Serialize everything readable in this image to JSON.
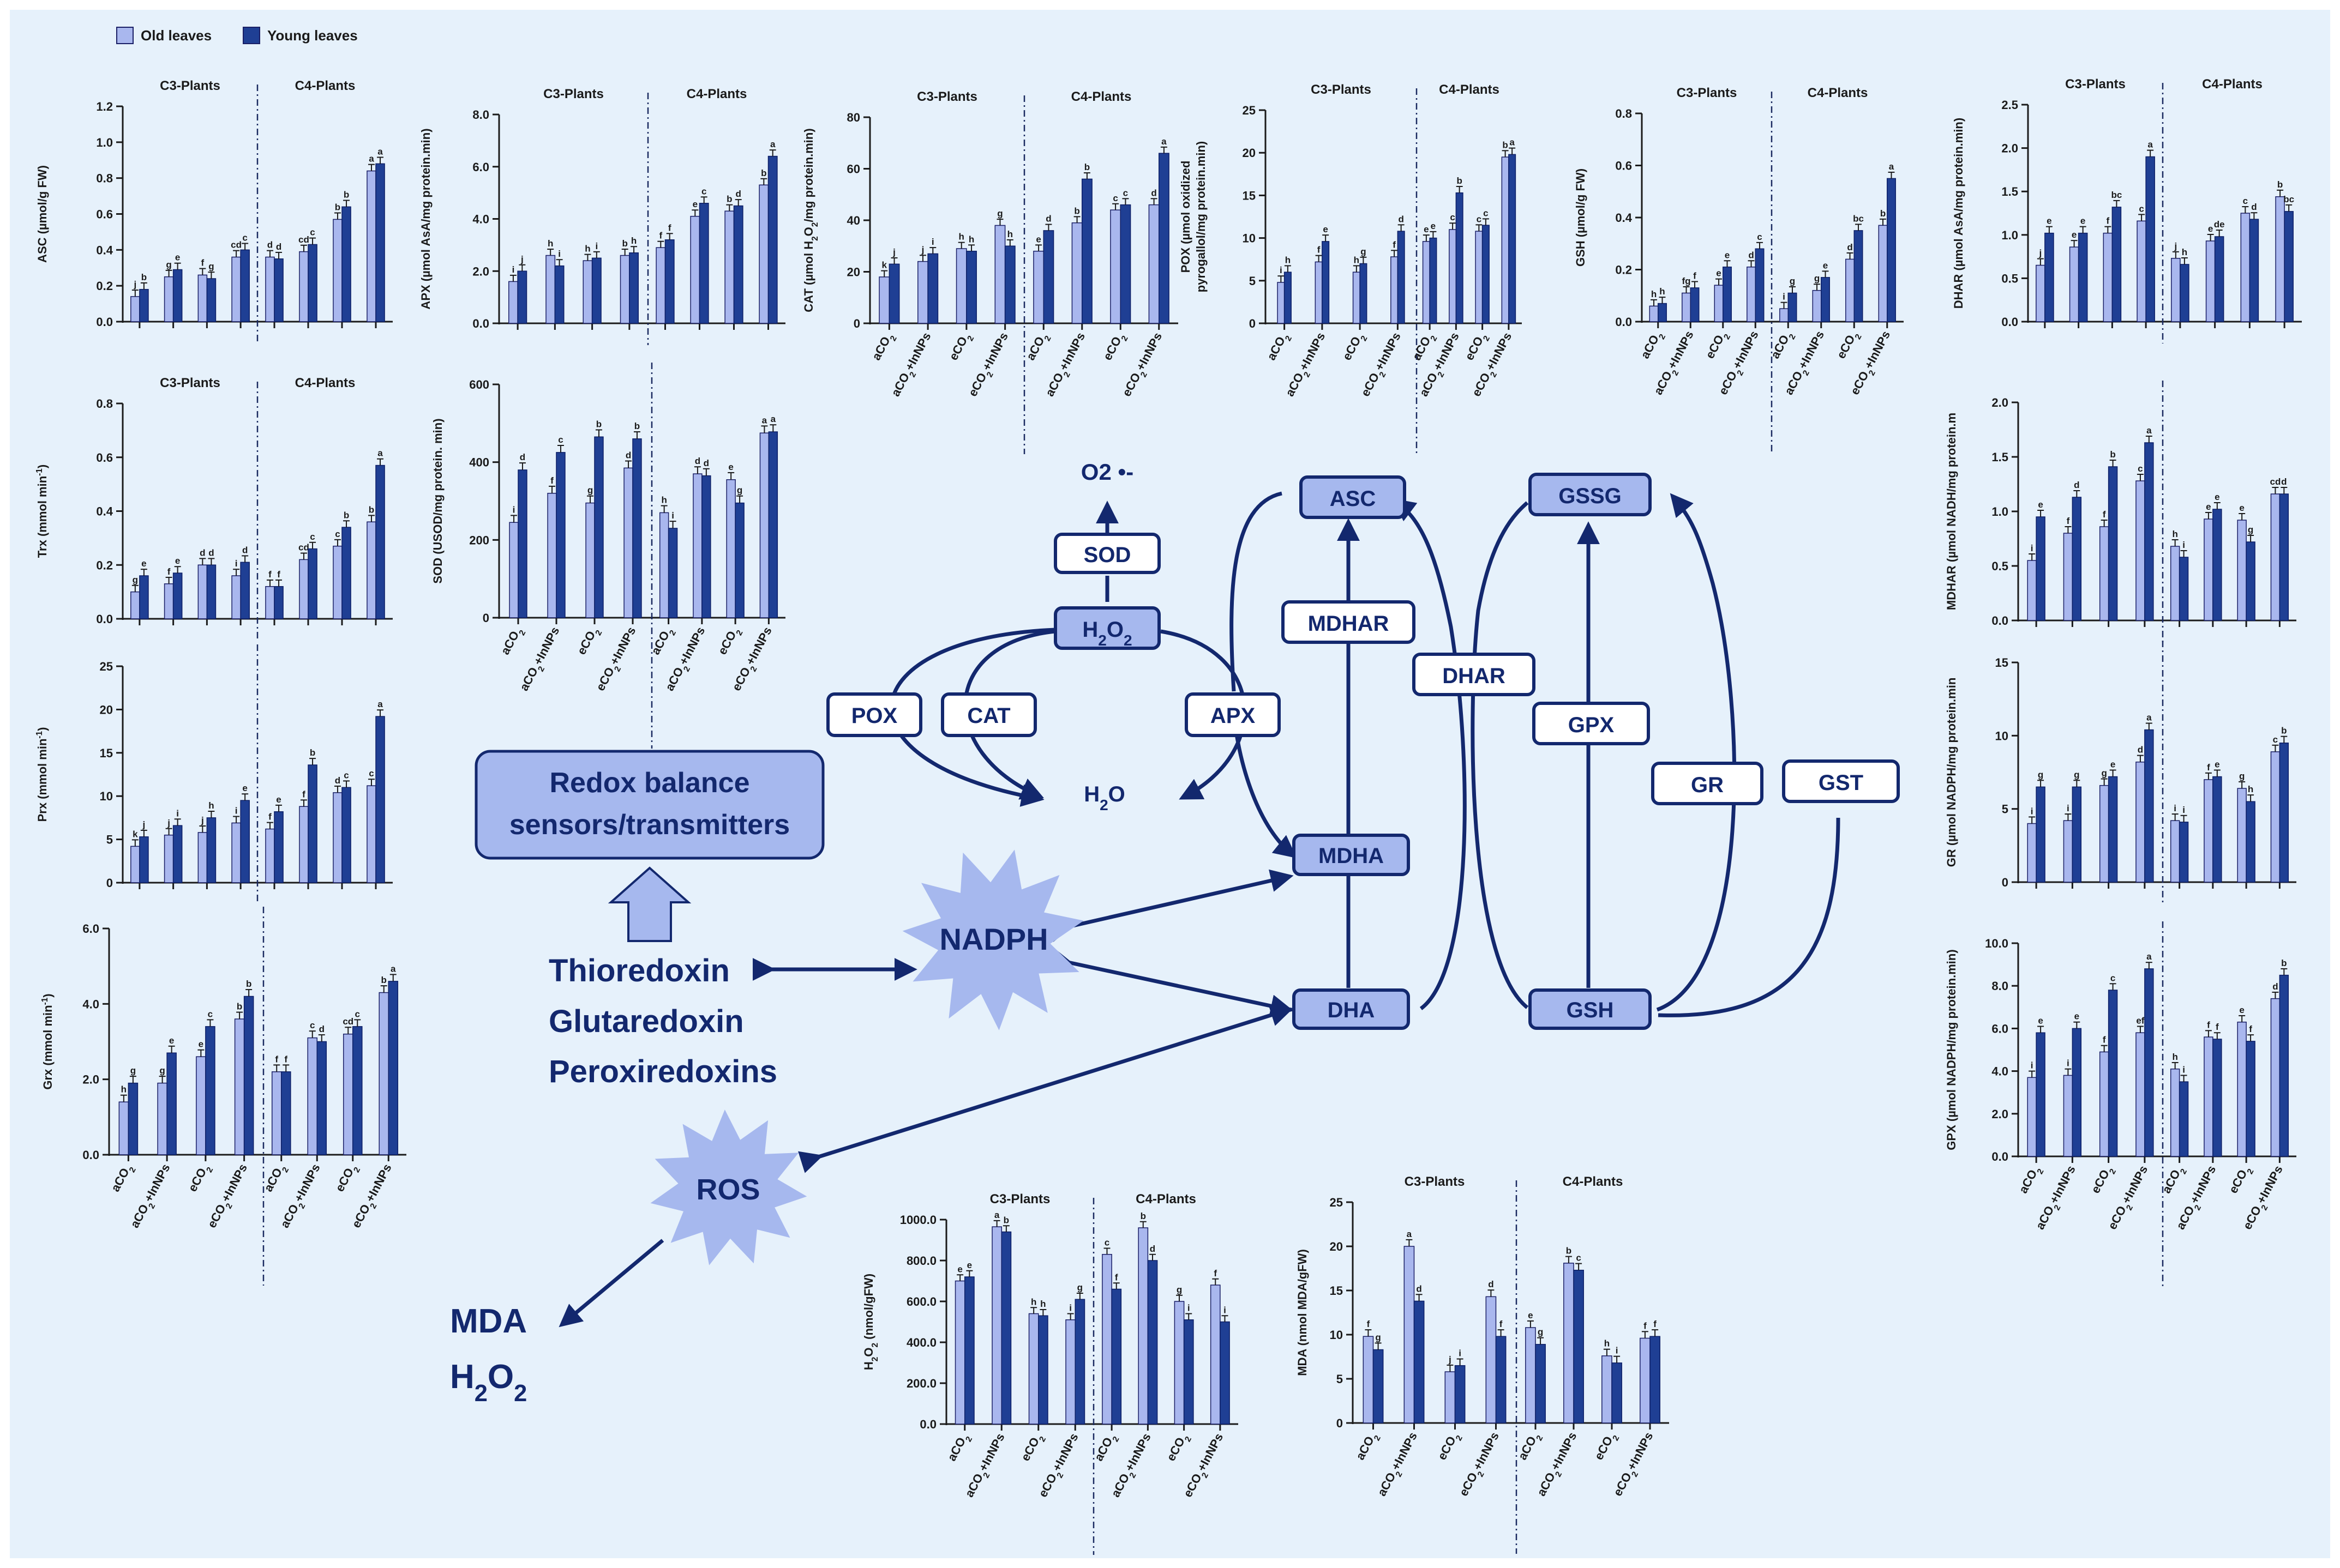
{
  "legend": {
    "old": "Old leaves",
    "young": "Young leaves",
    "colors": {
      "old": "#a9b7ee",
      "young": "#1f3f94"
    }
  },
  "pathway": {
    "o2": "O2 •-",
    "sod": "SOD",
    "h2o2": "H2O2",
    "pox": "POX",
    "cat": "CAT",
    "apx": "APX",
    "h2o": "H2O",
    "asc": "ASC",
    "mdhar": "MDHAR",
    "mdha": "MDHA",
    "dha": "DHA",
    "dhar": "DHAR",
    "gssg": "GSSG",
    "gpx": "GPX",
    "gr": "GR",
    "gst": "GST",
    "gsh": "GSH",
    "nadph": "NADPH",
    "ros": "ROS",
    "redox_line1": "Redox balance",
    "redox_line2": "sensors/transmitters",
    "thio1": "Thioredoxin",
    "thio2": "Glutaredoxin",
    "thio3": "Peroxiredoxins",
    "mda": "MDA",
    "h2o2_out": "H2O2",
    "colors": {
      "dark": "#13286e",
      "boxFill": "#a6b8ee",
      "burst": "#a6b8ee"
    }
  },
  "chart_data": [
    {
      "id": "asc",
      "type": "bar",
      "ylabel": "ASC  (µmol/g FW)",
      "ylim": [
        0,
        1.2
      ],
      "yticks": [
        "0.0",
        "0.2",
        "0.4",
        "0.6",
        "0.8",
        "1.0",
        "1.2"
      ],
      "groups": [
        "C3-Plants",
        "C4-Plants"
      ],
      "categories": [],
      "series": [
        {
          "name": "Old leaves",
          "values": [
            0.14,
            0.25,
            0.26,
            0.36,
            0.36,
            0.39,
            0.57,
            0.84
          ]
        },
        {
          "name": "Young leaves",
          "values": [
            0.18,
            0.29,
            0.24,
            0.4,
            0.35,
            0.43,
            0.64,
            0.88
          ]
        }
      ],
      "labels": [
        [
          "j",
          "g",
          "f",
          "cd",
          "d",
          "cd",
          "b",
          "a"
        ],
        [
          "b",
          "e",
          "g",
          "c",
          "d",
          "c",
          "b",
          "a"
        ]
      ]
    },
    {
      "id": "apx",
      "type": "bar",
      "ylabel": "APX  (µmol AsA/mg protein.min)",
      "ylim": [
        0,
        8
      ],
      "yticks": [
        "0.0",
        "2.0",
        "4.0",
        "6.0",
        "8.0"
      ],
      "groups": [
        "C3-Plants",
        "C4-Plants"
      ],
      "categories": [],
      "series": [
        {
          "name": "Old leaves",
          "values": [
            1.6,
            2.6,
            2.4,
            2.6,
            2.9,
            4.1,
            4.3,
            5.3
          ]
        },
        {
          "name": "Young leaves",
          "values": [
            2.0,
            2.2,
            2.5,
            2.7,
            3.2,
            4.6,
            4.5,
            6.4
          ]
        }
      ],
      "labels": [
        [
          "i",
          "h",
          "h",
          "b",
          "f",
          "e",
          "b",
          "b"
        ],
        [
          "j",
          "i",
          "i",
          "h",
          "f",
          "c",
          "d",
          "a"
        ]
      ]
    },
    {
      "id": "cat",
      "type": "bar",
      "ylabel": "CAT  (µmol H2O2/mg protein.min)",
      "ylim": [
        0,
        80
      ],
      "yticks": [
        "0",
        "20",
        "40",
        "60",
        "80"
      ],
      "groups": [
        "C3-Plants",
        "C4-Plants"
      ],
      "categories": [
        "aCO2",
        "aCO2+InNPs",
        "eCO2",
        "eCO2+InNPs",
        "aCO2",
        "aCO2+InNPs",
        "eCO2",
        "eCO2+InNPs"
      ],
      "series": [
        {
          "name": "Old leaves",
          "values": [
            18,
            24,
            29,
            38,
            28,
            39,
            44,
            46
          ]
        },
        {
          "name": "Young leaves",
          "values": [
            23,
            27,
            28,
            30,
            36,
            56,
            46,
            66
          ]
        }
      ],
      "labels": [
        [
          "k",
          "j",
          "h",
          "g",
          "e",
          "b",
          "c",
          "d"
        ],
        [
          "j",
          "i",
          "h",
          "h",
          "d",
          "b",
          "c",
          "a"
        ]
      ]
    },
    {
      "id": "pox",
      "type": "bar",
      "ylabel": "POX  (µmol oxidized pyrogallol/mg protein.min)",
      "ylim": [
        0,
        25
      ],
      "yticks": [
        "0",
        "5",
        "10",
        "15",
        "20",
        "25"
      ],
      "groups": [
        "C3-Plants",
        "C4-Plants"
      ],
      "categories": [
        "aCO2",
        "aCO2+InNPs",
        "eCO2",
        "eCO2+InNPs",
        "aCO2",
        "aCO2+InNPs",
        "eCO2",
        "eCO2+InNPs"
      ],
      "series": [
        {
          "name": "Old leaves",
          "values": [
            4.8,
            7.2,
            6.0,
            7.8,
            9.6,
            11.0,
            10.8,
            19.5
          ]
        },
        {
          "name": "Young leaves",
          "values": [
            6.0,
            9.6,
            7.0,
            10.8,
            10.0,
            15.3,
            11.5,
            19.8
          ]
        }
      ],
      "labels": [
        [
          "i",
          "f",
          "h",
          "f",
          "e",
          "c",
          "c",
          "b"
        ],
        [
          "h",
          "e",
          "g",
          "d",
          "e",
          "b",
          "c",
          "a"
        ]
      ]
    },
    {
      "id": "gsh",
      "type": "bar",
      "ylabel": "GSH  (µmol/g FW)",
      "ylim": [
        0,
        0.8
      ],
      "yticks": [
        "0.0",
        "0.2",
        "0.4",
        "0.6",
        "0.8"
      ],
      "groups": [
        "C3-Plants",
        "C4-Plants"
      ],
      "categories": [
        "aCO2",
        "aCO2+InNPs",
        "eCO2",
        "eCO2+InNPs",
        "aCO2",
        "aCO2+InNPs",
        "eCO2",
        "eCO2+InNPs"
      ],
      "series": [
        {
          "name": "Old leaves",
          "values": [
            0.06,
            0.11,
            0.14,
            0.21,
            0.05,
            0.12,
            0.24,
            0.37
          ]
        },
        {
          "name": "Young leaves",
          "values": [
            0.07,
            0.13,
            0.21,
            0.28,
            0.11,
            0.17,
            0.35,
            0.55
          ]
        }
      ],
      "labels": [
        [
          "h",
          "fg",
          "e",
          "d",
          "i",
          "g",
          "d",
          "b"
        ],
        [
          "h",
          "f",
          "e",
          "c",
          "g",
          "e",
          "bc",
          "a"
        ]
      ]
    },
    {
      "id": "dhar",
      "type": "bar",
      "ylabel": "DHAR  (µmol AsA/mg protein.min)",
      "ylim": [
        0,
        2.5
      ],
      "yticks": [
        "0.0",
        "0.5",
        "1.0",
        "1.5",
        "2.0",
        "2.5"
      ],
      "groups": [
        "C3-Plants",
        "C4-Plants"
      ],
      "categories": [],
      "series": [
        {
          "name": "Old leaves",
          "values": [
            0.65,
            0.86,
            1.02,
            1.16,
            0.73,
            0.93,
            1.25,
            1.44
          ]
        },
        {
          "name": "Young leaves",
          "values": [
            1.02,
            1.02,
            1.32,
            1.9,
            0.66,
            0.98,
            1.18,
            1.27
          ]
        }
      ],
      "labels": [
        [
          "j",
          "e",
          "f",
          "c",
          "j",
          "e",
          "c",
          "b"
        ],
        [
          "e",
          "e",
          "bc",
          "a",
          "h",
          "de",
          "d",
          "bc"
        ]
      ]
    },
    {
      "id": "trx",
      "type": "bar",
      "ylabel": "Trx  (mmol min-1)",
      "ylim": [
        0,
        0.8
      ],
      "yticks": [
        "0.0",
        "0.2",
        "0.4",
        "0.6",
        "0.8"
      ],
      "groups": [
        "C3-Plants",
        "C4-Plants"
      ],
      "categories": [],
      "series": [
        {
          "name": "Old leaves",
          "values": [
            0.1,
            0.13,
            0.2,
            0.16,
            0.12,
            0.22,
            0.27,
            0.36
          ]
        },
        {
          "name": "Young leaves",
          "values": [
            0.16,
            0.17,
            0.2,
            0.21,
            0.12,
            0.26,
            0.34,
            0.57
          ]
        }
      ],
      "labels": [
        [
          "g",
          "f",
          "d",
          "i",
          "f",
          "cd",
          "c",
          "b"
        ],
        [
          "e",
          "e",
          "d",
          "d",
          "f",
          "c",
          "b",
          "a"
        ]
      ]
    },
    {
      "id": "sod",
      "type": "bar",
      "ylabel": "SOD  (USOD/mg protein. min)",
      "ylim": [
        0,
        600
      ],
      "yticks": [
        "0",
        "200",
        "400",
        "600"
      ],
      "groups": [],
      "categories": [
        "aCO2",
        "aCO2+InNPs",
        "eCO2",
        "eCO2+InNPs",
        "aCO2",
        "aCO2+InNPs",
        "eCO2",
        "eCO2+InNPs"
      ],
      "series": [
        {
          "name": "Old leaves",
          "values": [
            245,
            320,
            295,
            385,
            270,
            370,
            355,
            475
          ]
        },
        {
          "name": "Young leaves",
          "values": [
            380,
            425,
            465,
            460,
            230,
            365,
            295,
            478
          ]
        }
      ],
      "labels": [
        [
          "i",
          "f",
          "g",
          "d",
          "h",
          "d",
          "e",
          "a"
        ],
        [
          "d",
          "c",
          "b",
          "b",
          "i",
          "d",
          "g",
          "a"
        ]
      ]
    },
    {
      "id": "prx",
      "type": "bar",
      "ylabel": "Prx  (mmol min-1)",
      "ylim": [
        0,
        25
      ],
      "yticks": [
        "0",
        "5",
        "10",
        "15",
        "20",
        "25"
      ],
      "groups": [],
      "categories": [],
      "series": [
        {
          "name": "Old leaves",
          "values": [
            4.2,
            5.5,
            5.8,
            6.9,
            6.2,
            8.8,
            10.4,
            11.2
          ]
        },
        {
          "name": "Young leaves",
          "values": [
            5.3,
            6.6,
            7.5,
            9.5,
            8.2,
            13.6,
            11.0,
            19.2
          ]
        }
      ],
      "labels": [
        [
          "k",
          "j",
          "j",
          "i",
          "f",
          "f",
          "d",
          "c"
        ],
        [
          "j",
          "i",
          "h",
          "e",
          "e",
          "b",
          "c",
          "a"
        ]
      ]
    },
    {
      "id": "grx",
      "type": "bar",
      "ylabel": "Grx  (mmol min-1)",
      "ylim": [
        0,
        6
      ],
      "yticks": [
        "0.0",
        "2.0",
        "4.0",
        "6.0"
      ],
      "groups": [],
      "categories": [
        "aCO2",
        "aCO2+InNPs",
        "eCO2",
        "eCO2+InNPs",
        "aCO2",
        "aCO2+InNPs",
        "eCO2",
        "eCO2+InNPs"
      ],
      "series": [
        {
          "name": "Old leaves",
          "values": [
            1.4,
            1.9,
            2.6,
            3.6,
            2.2,
            3.1,
            3.2,
            4.3
          ]
        },
        {
          "name": "Young leaves",
          "values": [
            1.9,
            2.7,
            3.4,
            4.2,
            2.2,
            3.0,
            3.4,
            4.6
          ]
        }
      ],
      "labels": [
        [
          "h",
          "g",
          "e",
          "b",
          "f",
          "c",
          "cd",
          "b"
        ],
        [
          "g",
          "e",
          "c",
          "b",
          "f",
          "d",
          "c",
          "a"
        ]
      ]
    },
    {
      "id": "mdhar",
      "type": "bar",
      "ylabel": "MDHAR  (µmol NADH/mg protein.m",
      "ylim": [
        0,
        2.0
      ],
      "yticks": [
        "0.0",
        "0.5",
        "1.0",
        "1.5",
        "2.0"
      ],
      "groups": [],
      "categories": [],
      "series": [
        {
          "name": "Old leaves",
          "values": [
            0.55,
            0.8,
            0.86,
            1.28,
            0.68,
            0.93,
            0.92,
            1.16
          ]
        },
        {
          "name": "Young leaves",
          "values": [
            0.95,
            1.13,
            1.41,
            1.63,
            0.58,
            1.02,
            0.72,
            1.16
          ]
        }
      ],
      "labels": [
        [
          "i",
          "f",
          "f",
          "c",
          "h",
          "e",
          "e",
          "cd"
        ],
        [
          "e",
          "d",
          "b",
          "a",
          "i",
          "e",
          "g",
          "d"
        ]
      ]
    },
    {
      "id": "gr",
      "type": "bar",
      "ylabel": "GR  (µmol NADPH/mg protein.min",
      "ylim": [
        0,
        15
      ],
      "yticks": [
        "0",
        "5",
        "10",
        "15"
      ],
      "groups": [],
      "categories": [],
      "series": [
        {
          "name": "Old leaves",
          "values": [
            4.0,
            4.2,
            6.6,
            8.2,
            4.2,
            7.0,
            6.4,
            8.9
          ]
        },
        {
          "name": "Young leaves",
          "values": [
            6.5,
            6.5,
            7.2,
            10.4,
            4.1,
            7.2,
            5.5,
            9.5
          ]
        }
      ],
      "labels": [
        [
          "i",
          "i",
          "g",
          "d",
          "i",
          "f",
          "g",
          "c"
        ],
        [
          "g",
          "g",
          "e",
          "a",
          "i",
          "e",
          "h",
          "b"
        ]
      ]
    },
    {
      "id": "gpx",
      "type": "bar",
      "ylabel": "GPX  (µmol NADPH/mg protein.min)",
      "ylim": [
        0,
        10
      ],
      "yticks": [
        "0.0",
        "2.0",
        "4.0",
        "6.0",
        "8.0",
        "10.0"
      ],
      "groups": [],
      "categories": [
        "aCO2",
        "aCO2+InNPs",
        "eCO2",
        "eCO2+InNPs",
        "aCO2",
        "aCO2+InNPs",
        "eCO2",
        "eCO2+InNPs"
      ],
      "series": [
        {
          "name": "Old leaves",
          "values": [
            3.7,
            3.8,
            4.9,
            5.8,
            4.1,
            5.6,
            6.3,
            7.4
          ]
        },
        {
          "name": "Young leaves",
          "values": [
            5.8,
            6.0,
            7.8,
            8.8,
            3.5,
            5.5,
            5.4,
            8.5
          ]
        }
      ],
      "labels": [
        [
          "i",
          "i",
          "f",
          "ef",
          "h",
          "f",
          "e",
          "d"
        ],
        [
          "e",
          "e",
          "c",
          "a",
          "i",
          "f",
          "f",
          "b"
        ]
      ]
    },
    {
      "id": "h2o2",
      "type": "bar",
      "ylabel": "H2O2 (nmol/gFW)",
      "ylim": [
        0,
        1000
      ],
      "yticks": [
        "0.0",
        "200.0",
        "400.0",
        "600.0",
        "800.0",
        "1000.0"
      ],
      "groups": [
        "C3-Plants",
        "C4-Plants"
      ],
      "categories": [
        "aCO2",
        "aCO2+InNPs",
        "eCO2",
        "eCO2+InNPs",
        "aCO2",
        "aCO2+InNPs",
        "eCO2",
        "eCO2+InNPs"
      ],
      "series": [
        {
          "name": "Old leaves",
          "values": [
            700,
            965,
            540,
            510,
            830,
            960,
            600,
            680
          ]
        },
        {
          "name": "Young leaves",
          "values": [
            720,
            940,
            530,
            610,
            660,
            800,
            510,
            500
          ]
        }
      ],
      "labels": [
        [
          "e",
          "a",
          "h",
          "i",
          "c",
          "b",
          "g",
          "f"
        ],
        [
          "e",
          "b",
          "h",
          "g",
          "f",
          "d",
          "i",
          "i"
        ]
      ]
    },
    {
      "id": "mda",
      "type": "bar",
      "ylabel": "MDA (nmol MDA/gFW)",
      "ylim": [
        0,
        25
      ],
      "yticks": [
        "0",
        "5",
        "10",
        "15",
        "20",
        "25"
      ],
      "groups": [
        "C3-Plants",
        "C4-Plants"
      ],
      "categories": [
        "aCO2",
        "aCO2+InNPs",
        "eCO2",
        "eCO2+InNPs",
        "aCO2",
        "aCO2+InNPs",
        "eCO2",
        "eCO2+InNPs"
      ],
      "series": [
        {
          "name": "Old leaves",
          "values": [
            9.8,
            20.0,
            5.8,
            14.3,
            10.8,
            18.1,
            7.6,
            9.6
          ]
        },
        {
          "name": "Young leaves",
          "values": [
            8.3,
            13.8,
            6.5,
            9.8,
            8.9,
            17.3,
            6.8,
            9.8
          ]
        }
      ],
      "labels": [
        [
          "f",
          "a",
          "j",
          "d",
          "e",
          "b",
          "h",
          "f"
        ],
        [
          "g",
          "d",
          "i",
          "f",
          "g",
          "c",
          "i",
          "f"
        ]
      ]
    }
  ]
}
